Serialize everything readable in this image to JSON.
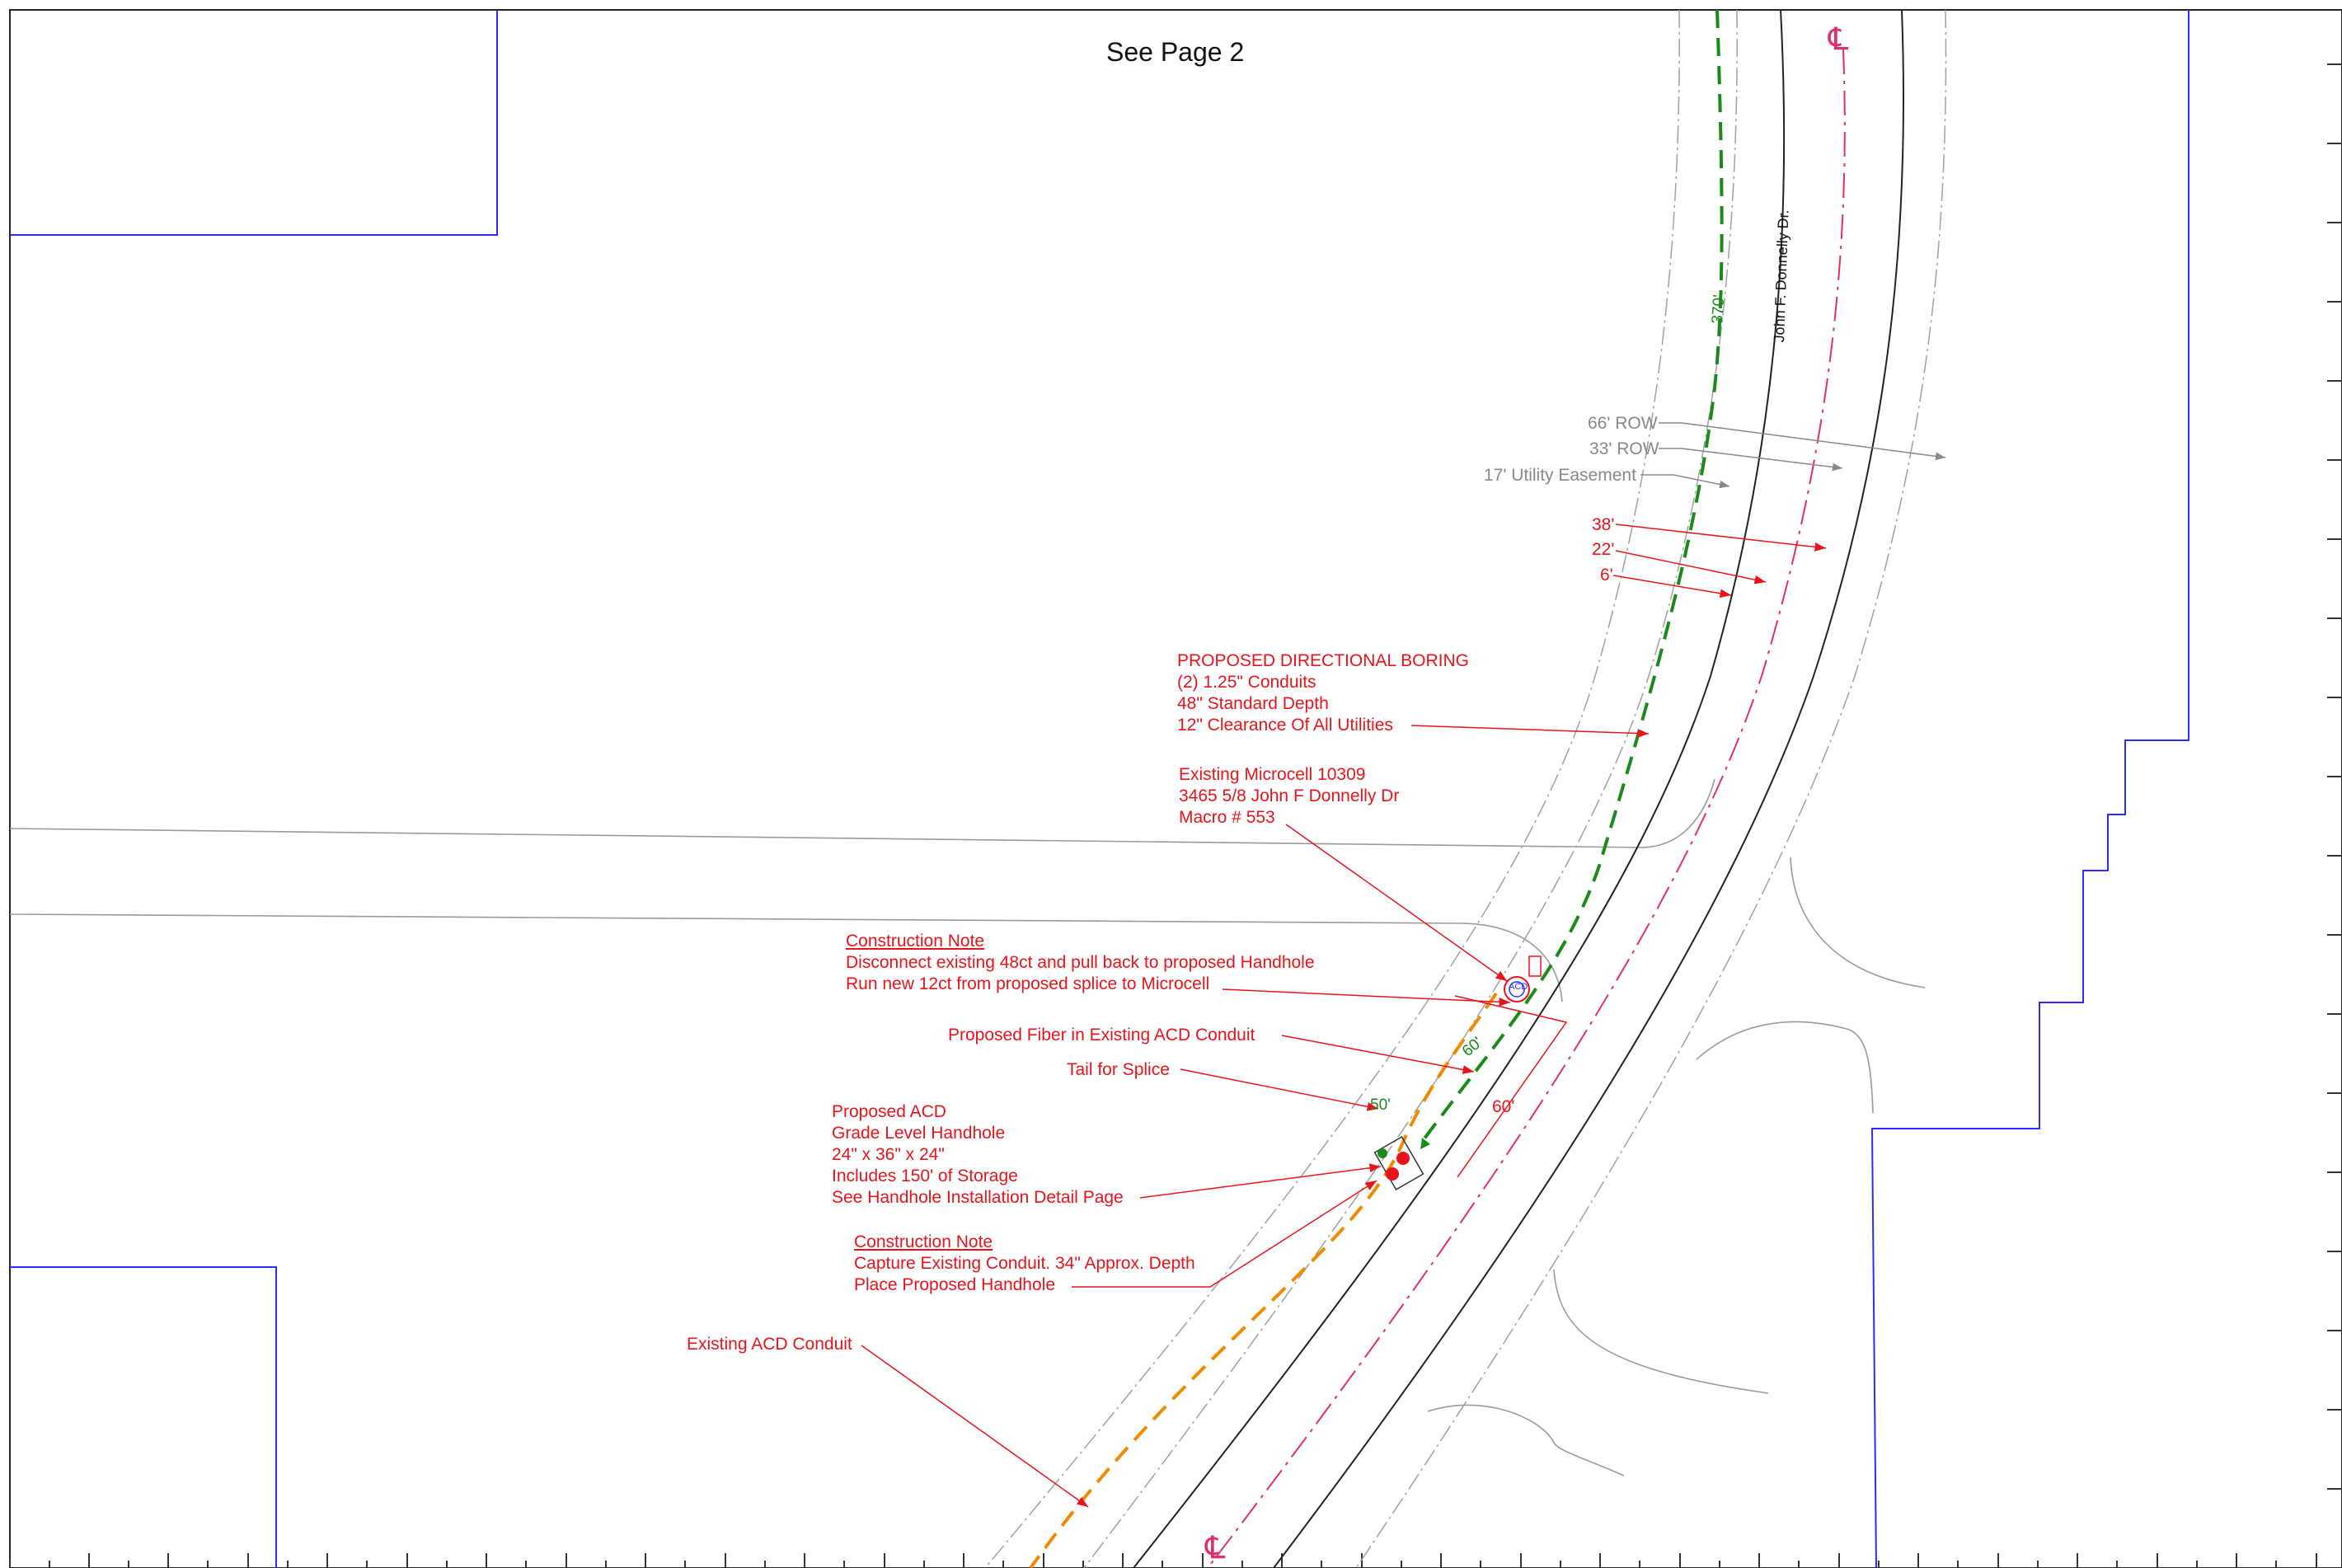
{
  "sheet": {
    "see_page": "See Page 2"
  },
  "road": {
    "name": "John F. Donnelly Dr.",
    "centerline_symbol_top": "℄",
    "centerline_symbol_bottom": "℄"
  },
  "dimensions": {
    "row_66": "66' ROW",
    "row_33": "33' ROW",
    "utility_easement": "17' Utility Easement",
    "offset_38": "38'",
    "offset_22": "22'",
    "offset_6": "6'"
  },
  "lengths": {
    "bore_370": "370'",
    "conduit_60a": "60'",
    "conduit_60b": "60'",
    "tail_50": "50'"
  },
  "boring_note": {
    "lines": [
      "PROPOSED DIRECTIONAL BORING",
      "(2) 1.25\" Conduits",
      "48\" Standard Depth",
      "12\" Clearance Of All Utilities"
    ]
  },
  "microcell_note": {
    "lines": [
      "Existing Microcell 10309",
      "3465 5/8 John F Donnelly Dr",
      "Macro # 553"
    ],
    "symbol_text": "ACD"
  },
  "construction_note_1": {
    "title": "Construction Note",
    "lines": [
      "Disconnect existing 48ct and pull back to proposed Handhole",
      "Run new 12ct from proposed splice to Microcell"
    ]
  },
  "fiber_note": "Proposed Fiber in Existing ACD Conduit",
  "tail_note": "Tail for Splice",
  "handhole_note": {
    "lines": [
      "Proposed ACD",
      "Grade Level Handhole",
      "24\" x 36\" x 24\"",
      "Includes 150'  of Storage",
      "See Handhole Installation Detail Page"
    ]
  },
  "construction_note_2": {
    "title": "Construction Note",
    "lines": [
      "Capture Existing Conduit. 34\" Approx. Depth",
      "Place Proposed Handhole"
    ]
  },
  "existing_conduit_note": "Existing ACD Conduit",
  "colors": {
    "red": "#e8141b",
    "green": "#1a8a1a",
    "orange": "#f08a00",
    "parcel_blue": "#2b2bff",
    "grey": "#888888",
    "centerline": "#e0306a"
  }
}
